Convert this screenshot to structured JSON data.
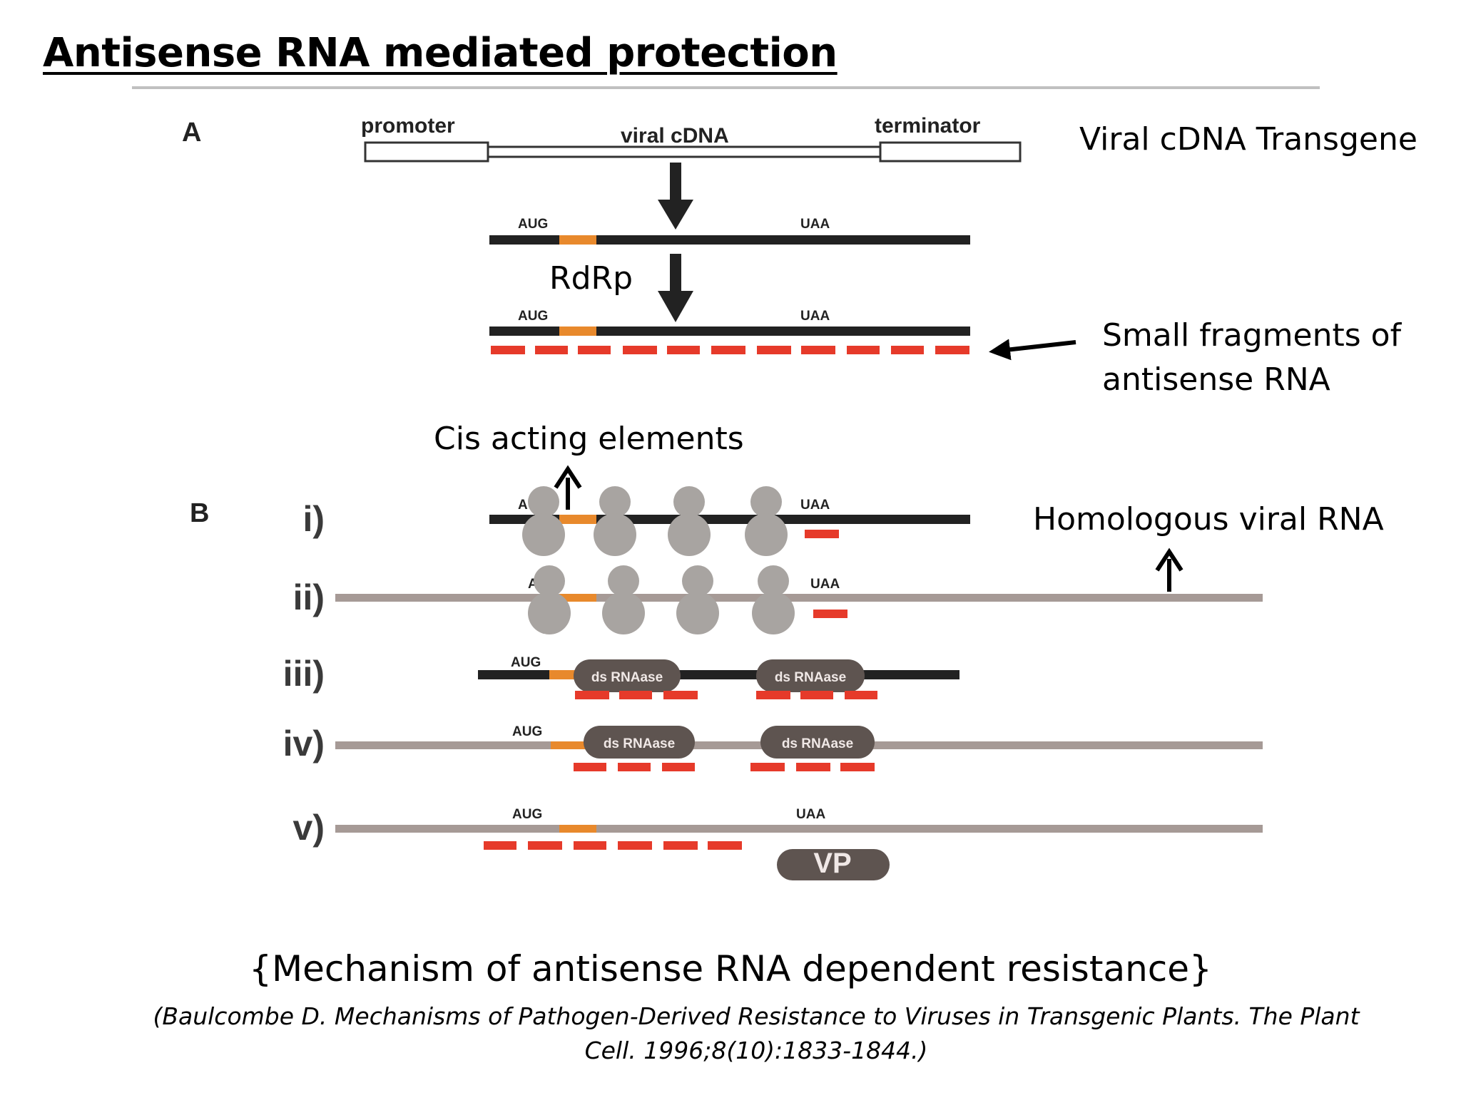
{
  "slide": {
    "title": "Antisense RNA mediated protection",
    "caption": "{Mechanism of antisense RNA dependent resistance}",
    "citation": "(Baulcombe D. Mechanisms of Pathogen-Derived Resistance to Viruses in Transgenic Plants. The Plant Cell. 1996;8(10):1833-1844.)"
  },
  "diagram": {
    "panel_a": {
      "letter": "A",
      "promoter": "promoter",
      "viral_cdna": "viral cDNA",
      "terminator": "terminator",
      "start_codon": "AUG",
      "stop_codon": "UAA"
    },
    "panel_b": {
      "letter": "B",
      "rows": [
        "i)",
        "ii)",
        "iii)",
        "iv)",
        "v)"
      ],
      "start_codon": "AUG",
      "stop_codon": "UAA",
      "enzyme": "ds RNAase",
      "vp": "VP"
    }
  },
  "annotations": {
    "transgene": "Viral cDNA Transgene",
    "rdrp": "RdRp",
    "fragments": "Small fragments of antisense RNA",
    "cis": "Cis acting elements",
    "homologous": "Homologous viral RNA"
  },
  "colors": {
    "mrna": "#222222",
    "viral_rna": "#a69a96",
    "orf_start": "#e8892c",
    "antisense": "#e63a2a",
    "ribosome": "#a8a4a1",
    "enzyme": "#5e5450"
  }
}
